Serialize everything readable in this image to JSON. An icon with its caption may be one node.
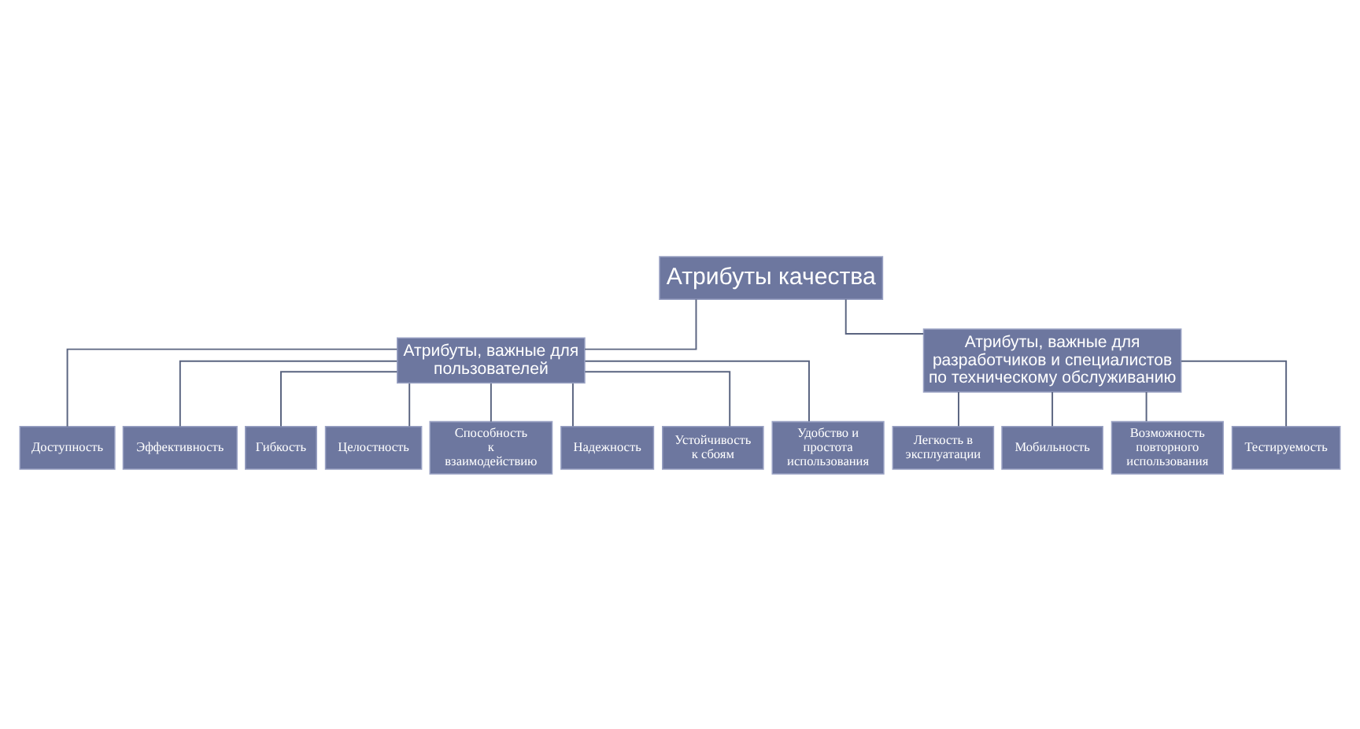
{
  "diagram": {
    "nodes": [
      {
        "text": [
          "Атрибуты качества"
        ]
      },
      {
        "text": [
          "Атрибуты, важные для пользователей"
        ]
      },
      {
        "text": [
          "Атрибуты, важные для разработчиков и специалистов по техническому обслуживанию"
        ]
      },
      {
        "text": [
          "Доступность"
        ]
      },
      {
        "text": [
          "Эффективность"
        ]
      },
      {
        "text": [
          "Гибкость"
        ]
      },
      {
        "text": [
          "Целостность"
        ]
      },
      {
        "text": [
          "Способность к взаимодействию"
        ]
      },
      {
        "text": [
          "Надежность"
        ]
      },
      {
        "text": [
          "Устойчивость к сбоям"
        ]
      },
      {
        "text": [
          "Удобство и простота использования"
        ]
      },
      {
        "text": [
          "Легкость в эксплуатации"
        ]
      },
      {
        "text": [
          "Мобильность"
        ]
      },
      {
        "text": [
          "Возможность повторного использования"
        ]
      },
      {
        "text": [
          "Тестируемость"
        ]
      }
    ],
    "edges": [
      {
        "from": 0,
        "to": 1,
        "arrow": "none"
      },
      {
        "from": 0,
        "to": 2,
        "arrow": "none"
      },
      {
        "from": 1,
        "to": 3,
        "arrow": "none"
      },
      {
        "from": 1,
        "to": 4,
        "arrow": "none"
      },
      {
        "from": 1,
        "to": 5,
        "arrow": "none"
      },
      {
        "from": 1,
        "to": 6,
        "arrow": "none"
      },
      {
        "from": 1,
        "to": 7,
        "arrow": "none"
      },
      {
        "from": 1,
        "to": 8,
        "arrow": "none"
      },
      {
        "from": 1,
        "to": 9,
        "arrow": "none"
      },
      {
        "from": 1,
        "to": 10,
        "arrow": "none"
      },
      {
        "from": 2,
        "to": 11,
        "arrow": "none"
      },
      {
        "from": 2,
        "to": 12,
        "arrow": "none"
      },
      {
        "from": 2,
        "to": 13,
        "arrow": "none"
      },
      {
        "from": 2,
        "to": 14,
        "arrow": "none"
      }
    ]
  }
}
